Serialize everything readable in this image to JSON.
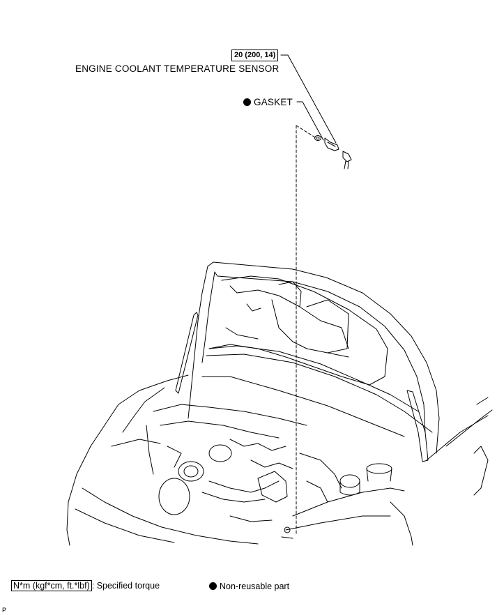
{
  "callouts": {
    "torque_value": "20 (200, 14)",
    "sensor_label": "ENGINE COOLANT TEMPERATURE SENSOR",
    "gasket_label": "GASKET"
  },
  "legend": {
    "torque_unit": "N*m (kgf*cm, ft.*lbf)",
    "torque_text": ": Specified torque",
    "nonreusable_text": "Non-reusable part"
  },
  "corner_mark": "P",
  "colors": {
    "line": "#000000",
    "background": "#ffffff"
  }
}
